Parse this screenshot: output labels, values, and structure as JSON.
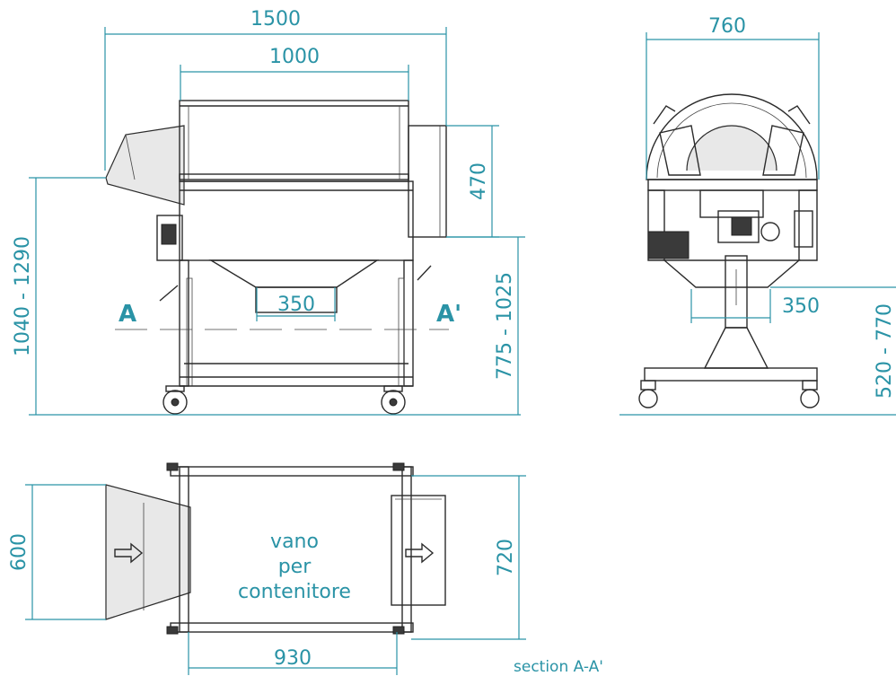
{
  "dimensions": {
    "front_total_width": "1500",
    "front_hopper_width": "1000",
    "front_spout_height": "470",
    "front_total_height": "1040 - 1290",
    "front_outlet_height": "775 - 1025",
    "front_outlet_width": "350",
    "side_width": "760",
    "side_outlet_width": "350",
    "side_outlet_height": "520 - 770",
    "top_depth": "600",
    "top_container_width": "930",
    "top_container_depth": "720"
  },
  "section_markers": {
    "left": "A",
    "right": "A'"
  },
  "container_space_label": {
    "line1": "vano",
    "line2": "per",
    "line3": "contenitore"
  },
  "section_caption": "section A-A'",
  "colors": {
    "dimension": "#2a93a6",
    "outline": "#2b2b2b",
    "panel_fill": "#e8e8e8"
  }
}
